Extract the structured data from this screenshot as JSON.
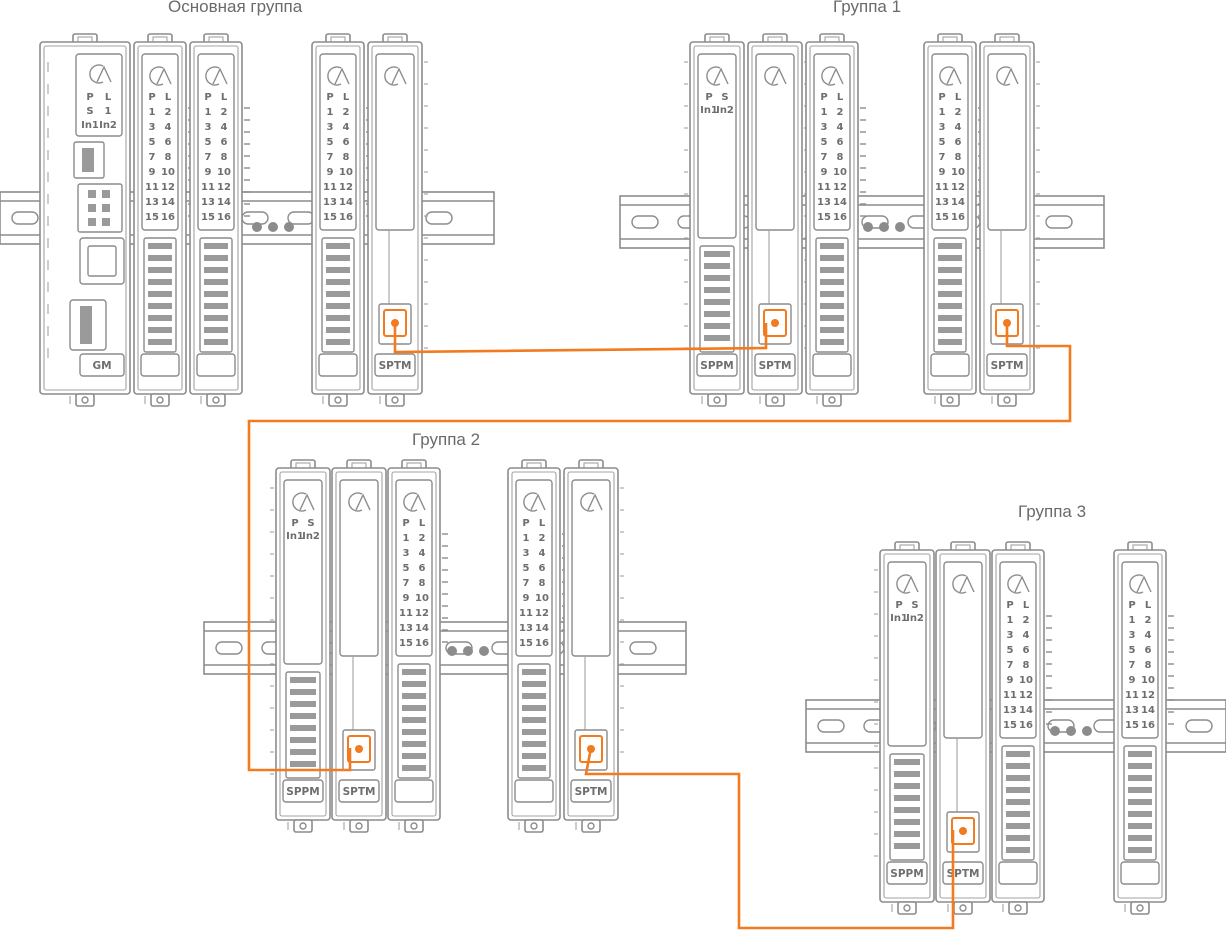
{
  "groups": [
    {
      "label": "Основная группа"
    },
    {
      "label": "Группа 1"
    },
    {
      "label": "Группа 2"
    },
    {
      "label": "Группа 3"
    }
  ],
  "tags": {
    "gm": "GM",
    "spp": "SPPM",
    "spt": "SPTM"
  },
  "io_labels": {
    "header_left": "P",
    "header_right": "L",
    "rows": [
      [
        "1",
        "2"
      ],
      [
        "3",
        "4"
      ],
      [
        "5",
        "6"
      ],
      [
        "7",
        "8"
      ],
      [
        "9",
        "10"
      ],
      [
        "11",
        "12"
      ],
      [
        "13",
        "14"
      ],
      [
        "15",
        "16"
      ]
    ]
  },
  "psu_labels": {
    "r1": [
      "P",
      "S"
    ],
    "r2": [
      "In1",
      "In2"
    ]
  },
  "head_labels": {
    "r1": [
      "P",
      "L"
    ],
    "r2": [
      "S",
      "1"
    ],
    "r3": [
      "In1",
      "In2"
    ]
  },
  "colors": {
    "cable": "#f27a1f",
    "outline": "#8c8c8c",
    "label": "#6a6a6a"
  }
}
